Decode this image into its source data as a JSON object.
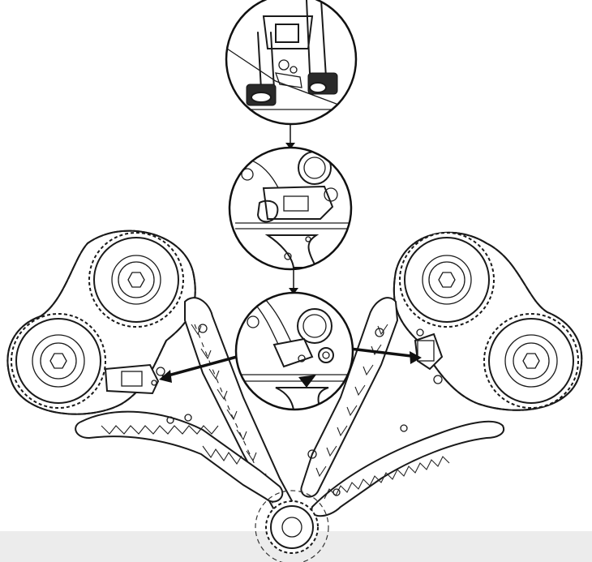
{
  "diagram": {
    "colors": {
      "line": "#1a1a1a",
      "chain_link": "#d9d9d9",
      "background": "#ffffff",
      "bottom_band": "#ececec"
    },
    "callouts": [
      {
        "name": "top-detail-callout"
      },
      {
        "name": "middle-detail-callout"
      },
      {
        "name": "lower-detail-callout"
      }
    ]
  }
}
